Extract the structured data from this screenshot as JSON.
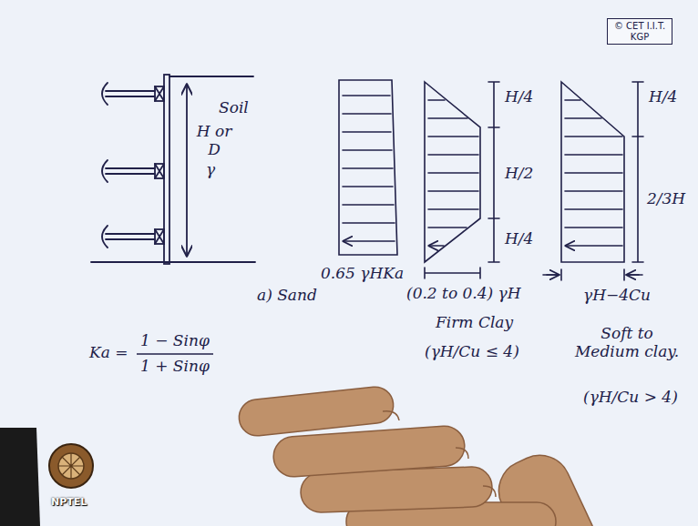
{
  "diagram": {
    "nodes": [
      {
        "text": [
          "© CET I.I.T. KGP"
        ]
      }
    ],
    "labels": [
      "Soil",
      "H or D",
      "γ",
      "0.65 γHKa",
      "a) Sand",
      "H/4",
      "H/2",
      "H/4",
      "(0.2 to 0.4) γH",
      "Firm Clay",
      "(γH/Cu ≤ 4)",
      "H/4",
      "2/3H",
      "γH−4Cu",
      "Soft to Medium clay.",
      "(γH/Cu > 4)",
      "Ka =",
      "1 − Sinφ",
      "1 + Sinφ",
      "NPTEL"
    ]
  }
}
